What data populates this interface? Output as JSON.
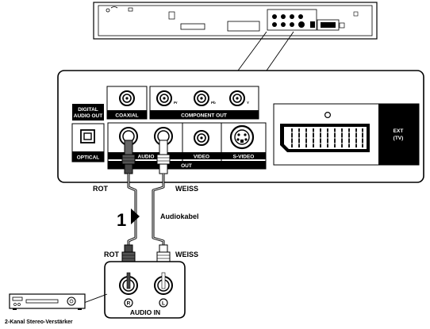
{
  "panel": {
    "digital_audio_out_line1": "DIGITAL",
    "digital_audio_out_line2": "AUDIO OUT",
    "coaxial": "COAXIAL",
    "component_out": "COMPONENT OUT",
    "pr": "Pr",
    "pb": "Pb",
    "y": "Y",
    "optical": "OPTICAL",
    "audio": "AUDIO",
    "video": "VIDEO",
    "s_video": "S-VIDEO",
    "out": "OUT",
    "ext_line1": "EXT",
    "ext_line2": "(TV)"
  },
  "cable": {
    "rot_top": "ROT",
    "weiss_top": "WEISS",
    "step_number": "1",
    "audiokabel": "Audiokabel",
    "rot_bottom": "ROT",
    "weiss_bottom": "WEISS"
  },
  "amplifier": {
    "r_jack": "R",
    "l_jack": "L",
    "audio_in": "AUDIO IN",
    "caption": "2-Kanal Stereo-Verstärker"
  }
}
